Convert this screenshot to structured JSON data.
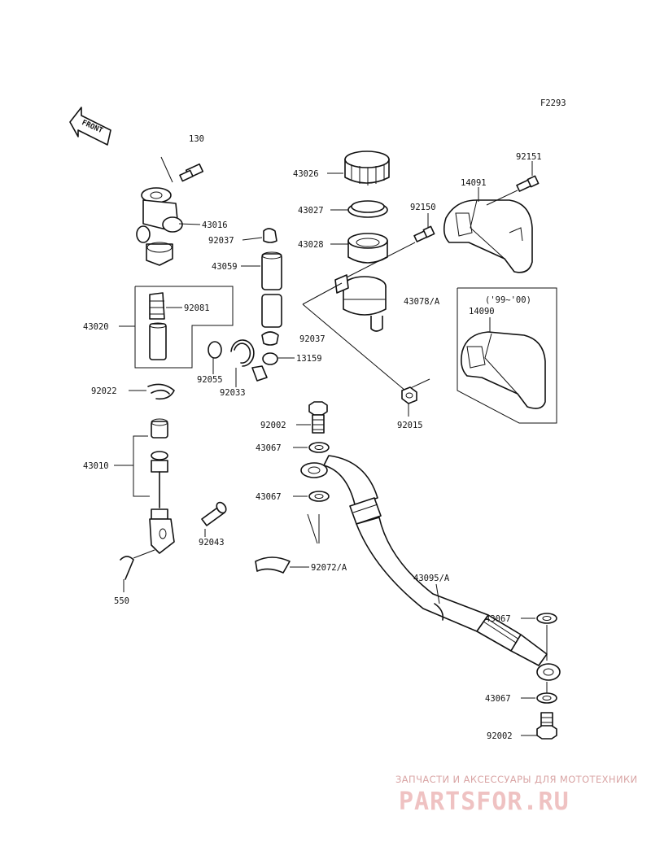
{
  "figure": {
    "ref_code": "F2293",
    "front_label": "FRONT",
    "variant_note": "('99~'00)"
  },
  "callouts": {
    "c130": "130",
    "c43016": "43016",
    "c92037a": "92037",
    "c43059": "43059",
    "c43020": "43020",
    "c92081": "92081",
    "c92037b": "92037",
    "c13159": "13159",
    "c92055": "92055",
    "c92033": "92033",
    "c92022": "92022",
    "c43010": "43010",
    "c92043": "92043",
    "c550": "550",
    "c43026": "43026",
    "c43027": "43027",
    "c43028": "43028",
    "c92150": "92150",
    "c43078": "43078/A",
    "c92015": "92015",
    "c14091": "14091",
    "c92151": "92151",
    "c14090": "14090",
    "c92002a": "92002",
    "c43067a": "43067",
    "c43067b": "43067",
    "c92072": "92072/A",
    "c43095": "43095/A",
    "c43067c": "43067",
    "c43067d": "43067",
    "c92002b": "92002"
  },
  "watermark": {
    "tagline": "ЗАПЧАСТИ И АКСЕССУАРЫ ДЛЯ МОТОТЕХНИКИ",
    "brand": "PARTSFOR.RU",
    "brand_color": "#e8a8a8"
  }
}
